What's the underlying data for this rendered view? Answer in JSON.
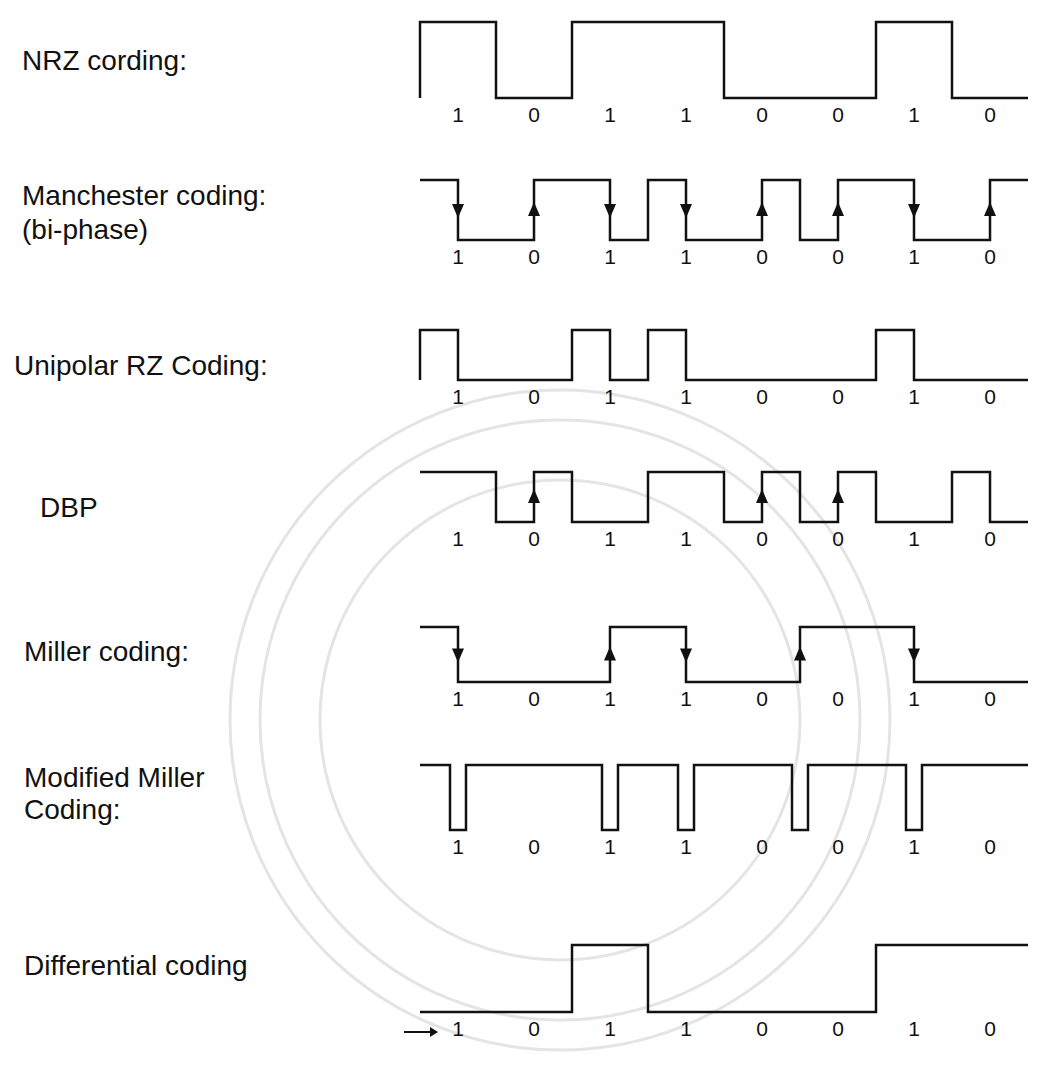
{
  "diagram": {
    "labels": [
      "NRZ cording:",
      "1",
      "0",
      "1",
      "1",
      "0",
      "0",
      "1",
      "0",
      "Manchester coding:",
      "(bi-phase)",
      "1",
      "0",
      "1",
      "1",
      "0",
      "0",
      "1",
      "0",
      "Unipolar RZ Coding:",
      "1",
      "0",
      "1",
      "1",
      "0",
      "0",
      "1",
      "0",
      "DBP",
      "1",
      "0",
      "1",
      "1",
      "0",
      "0",
      "1",
      "0",
      "Miller coding:",
      "1",
      "0",
      "1",
      "1",
      "0",
      "0",
      "1",
      "0",
      "Modified Miller Coding:",
      "1",
      "0",
      "1",
      "1",
      "0",
      "0",
      "1",
      "0",
      "Differential coding",
      "1",
      "0",
      "1",
      "1",
      "0",
      "0",
      "1",
      "0"
    ]
  }
}
